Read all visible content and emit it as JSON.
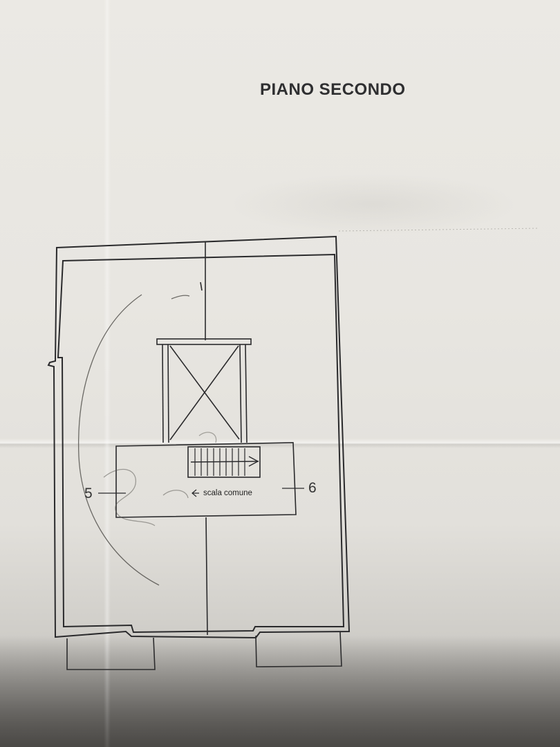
{
  "document": {
    "title": "PIANO SECONDO",
    "section_left": "5",
    "section_right": "6",
    "stair_label": "scala comune"
  },
  "colors": {
    "paper": "#e8e6e1",
    "ink": "#2f2f31",
    "pencil": "#55534f"
  }
}
